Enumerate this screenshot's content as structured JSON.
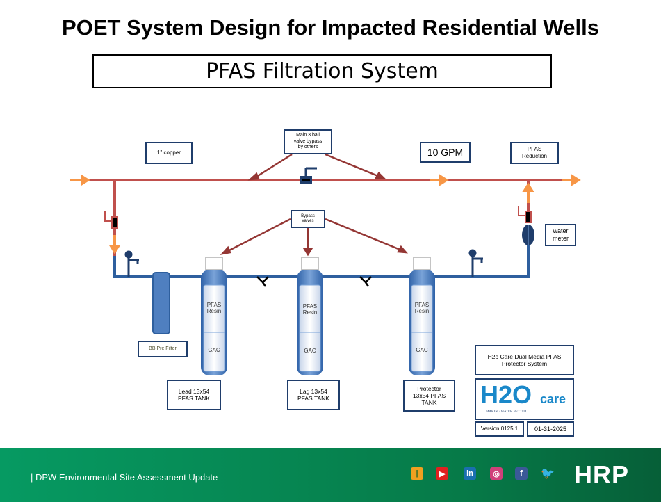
{
  "title": "POET System Design for Impacted Residential Wells",
  "subtitle": "PFAS Filtration System",
  "labels": {
    "copper": "1\" copper",
    "main_bypass": "Main 3 ball\nvalve bypass\nby others",
    "gpm": "10 GPM",
    "pfas_reduction": "PFAS\nReduction",
    "bypass_valves": "Bypass\nvalves",
    "water_meter": "water\nmeter",
    "prefilter": "BB Pre Filter"
  },
  "tanks": [
    {
      "resin": "PFAS\nResin",
      "gac": "GAC",
      "label": "Lead 13x54\nPFAS TANK"
    },
    {
      "resin": "PFAS\nResin",
      "gac": "GAC",
      "label": "Lag 13x54\nPFAS TANK"
    },
    {
      "resin": "PFAS\nResin",
      "gac": "GAC",
      "label": "Protector\n13x54 PFAS\nTANK"
    }
  ],
  "product": {
    "name": "H2o Care Dual Media  PFAS\nProtector System",
    "logo_main": "H2O",
    "logo_sub": "care",
    "tagline": "MAKING WATER BETTER",
    "version": "Version 0125.1",
    "date": "01-31-2025"
  },
  "footer": {
    "text": "| DPW Environmental Site Assessment Update",
    "brand": "HRP",
    "social": [
      "hrp-icon",
      "youtube-icon",
      "linkedin-icon",
      "instagram-icon",
      "facebook-icon",
      "twitter-icon"
    ]
  },
  "colors": {
    "pipe_red": "#c0504d",
    "pipe_blue": "#2e5f9e",
    "arrow_orange": "#f79646",
    "footer_green": "#069a62"
  }
}
